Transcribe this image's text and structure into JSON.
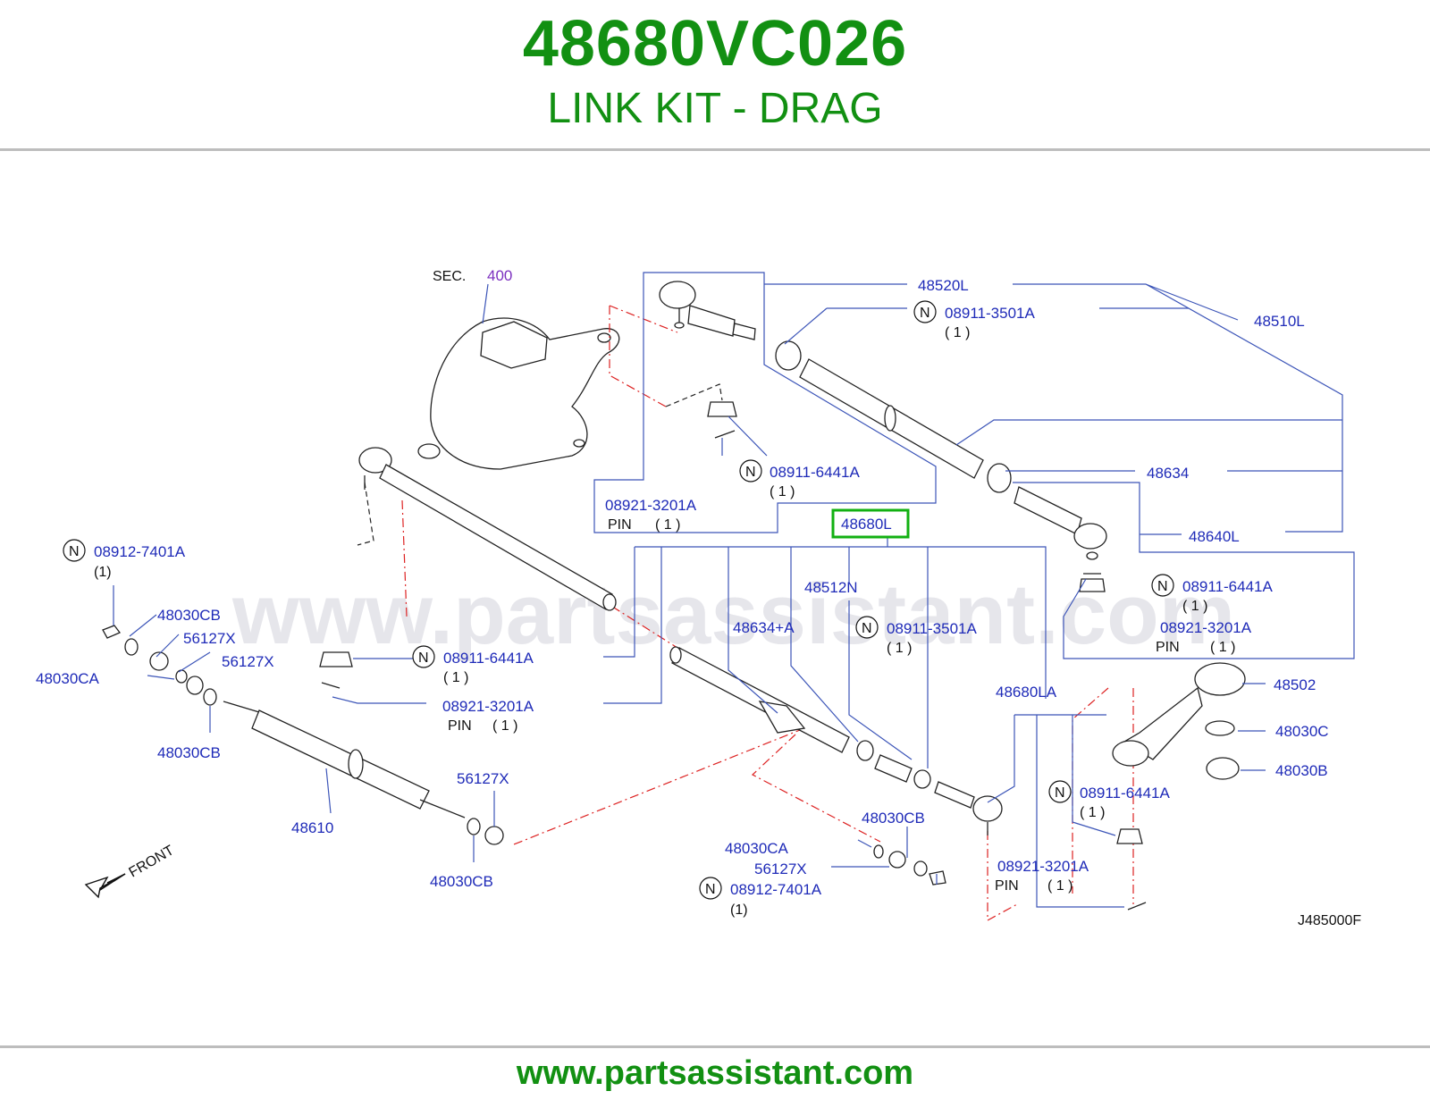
{
  "header": {
    "part_number": "48680VC026",
    "part_name": "LINK KIT - DRAG"
  },
  "footer": {
    "url": "www.partsassistant.com"
  },
  "watermark": "www.partsassistant.com",
  "colors": {
    "green": "#129012",
    "label_blue": "#1f2bb8",
    "sec_purple": "#7b2fbf",
    "highlight": "#12b012"
  },
  "diagram": {
    "sec_prefix": "SEC.",
    "sec_number": "400",
    "drawing_code": "J485000F",
    "front_label": "FRONT",
    "highlight_part": "48680L",
    "n_mark": "N",
    "labels": {
      "p48520L": "48520L",
      "p48510L": "48510L",
      "p48634": "48634",
      "p48640L": "48640L",
      "p48512N": "48512N",
      "p48634A": "48634+A",
      "p48680LA": "48680LA",
      "p48502": "48502",
      "p48030C": "48030C",
      "p48030B": "48030B",
      "p48610": "48610",
      "p48030CB_1": "48030CB",
      "p48030CB_2": "48030CB",
      "p48030CB_3": "48030CB",
      "p48030CB_4": "48030CB",
      "p48030CA_1": "48030CA",
      "p48030CA_2": "48030CA",
      "p56127X_1": "56127X",
      "p56127X_2": "56127X",
      "p56127X_3": "56127X",
      "p56127X_4": "56127X",
      "n3501_1": "08911-3501A",
      "n3501_2": "08911-3501A",
      "n6441_1": "08911-6441A",
      "n6441_2": "08911-6441A",
      "n6441_3": "08911-6441A",
      "n6441_4": "08911-6441A",
      "n7401_1": "08912-7401A",
      "n7401_2": "08912-7401A",
      "pin_1": "08921-3201A",
      "pin_2": "08921-3201A",
      "pin_3": "08921-3201A",
      "pin_4": "08921-3201A"
    },
    "qty_spaced": "( 1 )",
    "qty_tight": "(1)",
    "pin_word": "PIN"
  }
}
